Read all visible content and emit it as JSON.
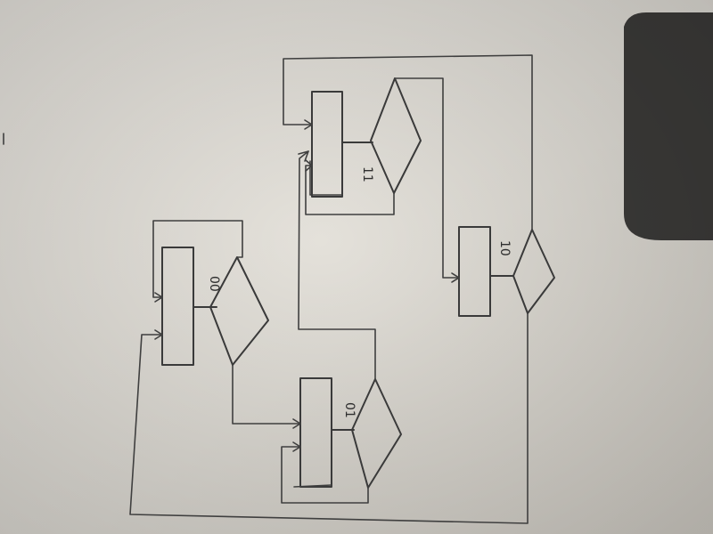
{
  "diagram": {
    "states": [
      {
        "id": "s00",
        "label": "00"
      },
      {
        "id": "s01",
        "label": "01"
      },
      {
        "id": "s11",
        "label": "11"
      },
      {
        "id": "s10",
        "label": "10"
      }
    ]
  },
  "colors": {
    "paper": "#e6e3dc",
    "ink": "#3a3a3a",
    "background": "#7a7166",
    "shadow": "#2e2d2c"
  }
}
